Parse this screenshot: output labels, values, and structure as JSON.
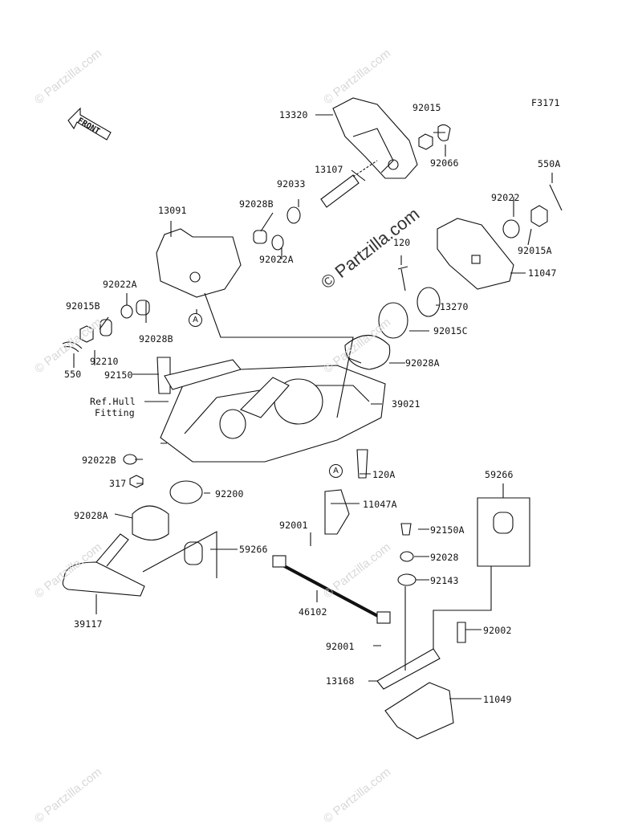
{
  "diagram_code": "F3171",
  "front_label": "FRONT",
  "ref_note": [
    "Ref.Hull",
    "Fitting"
  ],
  "circle_marker": "A",
  "watermark": "© Partzilla.com",
  "parts": [
    "13320",
    "92015",
    "92066",
    "13107",
    "92033",
    "92028B",
    "92022A",
    "13091",
    "550A",
    "92022",
    "92015A",
    "11047",
    "120",
    "13270",
    "92015C",
    "92028A",
    "92022A",
    "92015B",
    "92210",
    "92028B",
    "550",
    "92150",
    "39021",
    "92022B",
    "317",
    "92200",
    "120A",
    "92028A",
    "59266",
    "11047A",
    "92001",
    "92150A",
    "92028",
    "92143",
    "59266",
    "39117",
    "46102",
    "92001",
    "92002",
    "13168",
    "11049"
  ],
  "colors": {
    "line": "#111111",
    "watermark": "#d8d8d8",
    "background": "#ffffff"
  }
}
